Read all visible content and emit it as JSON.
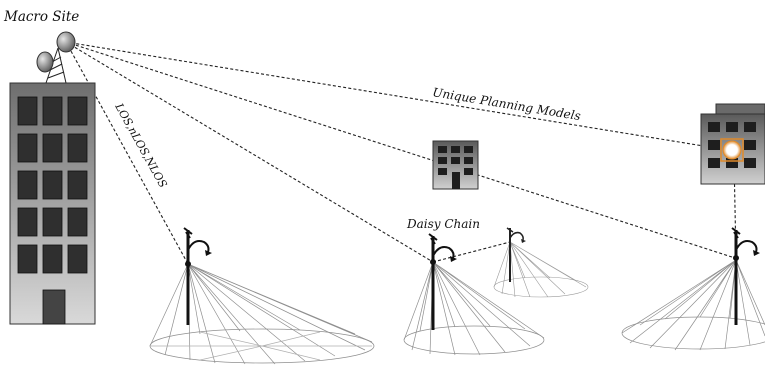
{
  "labels": {
    "macro_site": "Macro Site",
    "los_nlos": "LOS,nLOS,NLOS",
    "unique_planning": "Unique Planning Models",
    "daisy_chain": "Daisy Chain"
  },
  "colors": {
    "link_line": "#222222",
    "building_dark": "#3a3a3a",
    "building_light": "#c9c9c9",
    "pole": "#111111",
    "coverage_mesh": "#9a9a9a",
    "highlight": "#e08a2a"
  }
}
